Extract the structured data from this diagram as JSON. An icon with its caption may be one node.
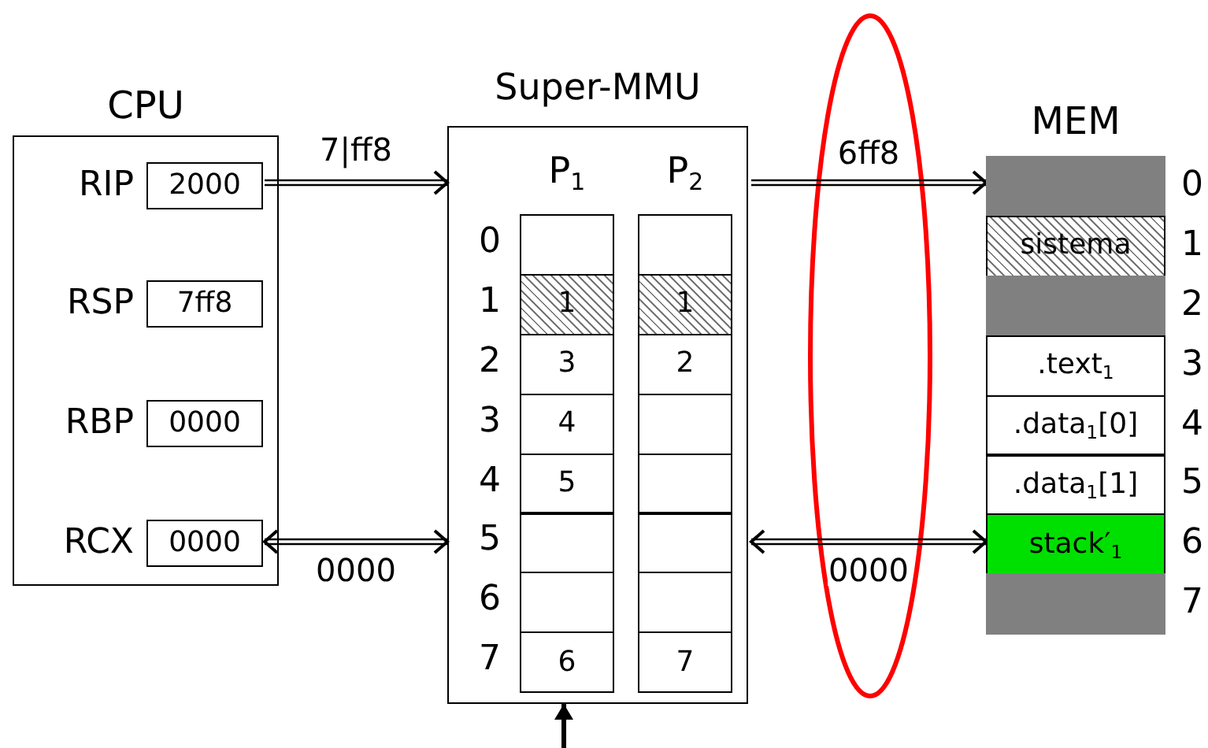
{
  "diagram": {
    "nodes": [
      {
        "text": [
          "CPU"
        ]
      },
      {
        "text": [
          "2000"
        ],
        "beside": [
          "RIP"
        ],
        "in": 0
      },
      {
        "text": [
          "7ff8"
        ],
        "beside": [
          "RSP"
        ],
        "in": 0
      },
      {
        "text": [
          "0000"
        ],
        "beside": [
          "RBP"
        ],
        "in": 0
      },
      {
        "text": [
          "0000"
        ],
        "beside": [
          "RCX"
        ],
        "in": 0
      },
      {
        "text": [
          "Super-MMU"
        ]
      },
      {
        "text": [
          "P$_{1}$"
        ],
        "in": 5
      },
      {
        "text": [],
        "shape": "box",
        "in": 6
      },
      {
        "text": [
          "1"
        ],
        "in": 6
      },
      {
        "text": [
          "3"
        ],
        "in": 6
      },
      {
        "text": [
          "4"
        ],
        "in": 6
      },
      {
        "text": [
          "5"
        ],
        "in": 6
      },
      {
        "text": [],
        "shape": "box",
        "in": 6
      },
      {
        "text": [],
        "shape": "box",
        "in": 6
      },
      {
        "text": [
          "6"
        ],
        "in": 6
      },
      {
        "text": [
          "P$_{2}$"
        ],
        "in": 5
      },
      {
        "text": [],
        "shape": "box",
        "in": 15
      },
      {
        "text": [
          "1"
        ],
        "in": 15
      },
      {
        "text": [
          "2"
        ],
        "in": 15
      },
      {
        "text": [],
        "shape": "box",
        "in": 15
      },
      {
        "text": [],
        "shape": "box",
        "in": 15
      },
      {
        "text": [],
        "shape": "box",
        "in": 15
      },
      {
        "text": [],
        "shape": "box",
        "in": 15
      },
      {
        "text": [
          "7"
        ],
        "in": 15
      },
      {
        "text": [
          "MEM"
        ]
      },
      {
        "text": [],
        "shape": "box",
        "in": 24
      },
      {
        "text": [
          "sistema"
        ],
        "in": 24
      },
      {
        "text": [],
        "shape": "box",
        "in": 24
      },
      {
        "text": [
          ".text$_{1}$"
        ],
        "in": 24
      },
      {
        "text": [
          ".data$_{1}$[0]"
        ],
        "in": 24
      },
      {
        "text": [
          ".data$_{1}$[1]"
        ],
        "in": 24
      },
      {
        "text": [
          "stack′$_{1}$"
        ],
        "in": 24
      },
      {
        "text": [],
        "shape": "box",
        "in": 24
      }
    ],
    "edges": [
      {
        "from": 1,
        "to": 5,
        "arrow": "to",
        "label": "7|ff8"
      },
      {
        "from": 4,
        "to": 5,
        "arrow": "both",
        "label": "0000"
      },
      {
        "from": 5,
        "to": 25,
        "arrow": "to",
        "label": "6ff8"
      },
      {
        "from": 5,
        "to": 31,
        "arrow": "both",
        "label": "0000"
      },
      {
        "from": null,
        "to": 5,
        "arrow": "to",
        "style": "thick"
      }
    ],
    "labels": [
      "0",
      "1",
      "2",
      "3",
      "4",
      "5",
      "6",
      "7",
      "0",
      "1",
      "2",
      "3",
      "4",
      "5",
      "6",
      "7"
    ]
  }
}
